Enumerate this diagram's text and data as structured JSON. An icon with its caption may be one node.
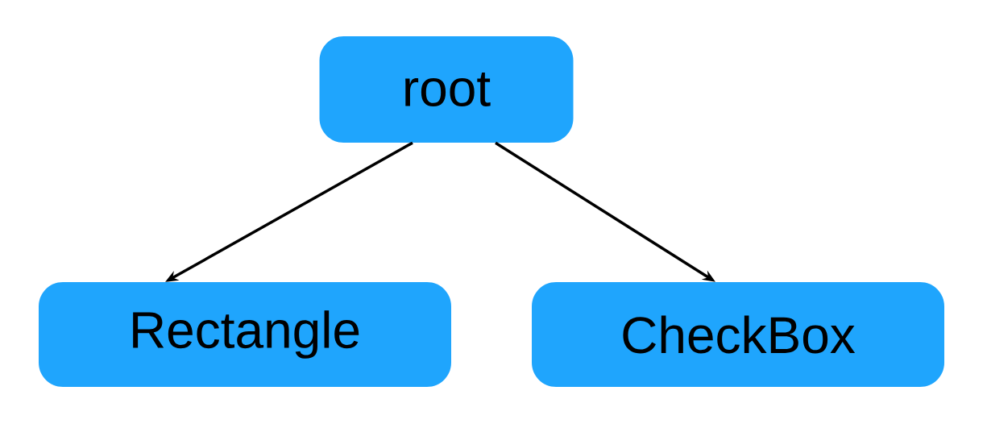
{
  "diagram": {
    "nodes": [
      {
        "text": [
          "root"
        ]
      },
      {
        "text": [
          "Rectangle"
        ]
      },
      {
        "text": [
          "CheckBox"
        ]
      }
    ],
    "edges": [
      {
        "from": 0,
        "to": 1,
        "arrow": "to"
      },
      {
        "from": 0,
        "to": 2,
        "arrow": "to"
      }
    ]
  }
}
